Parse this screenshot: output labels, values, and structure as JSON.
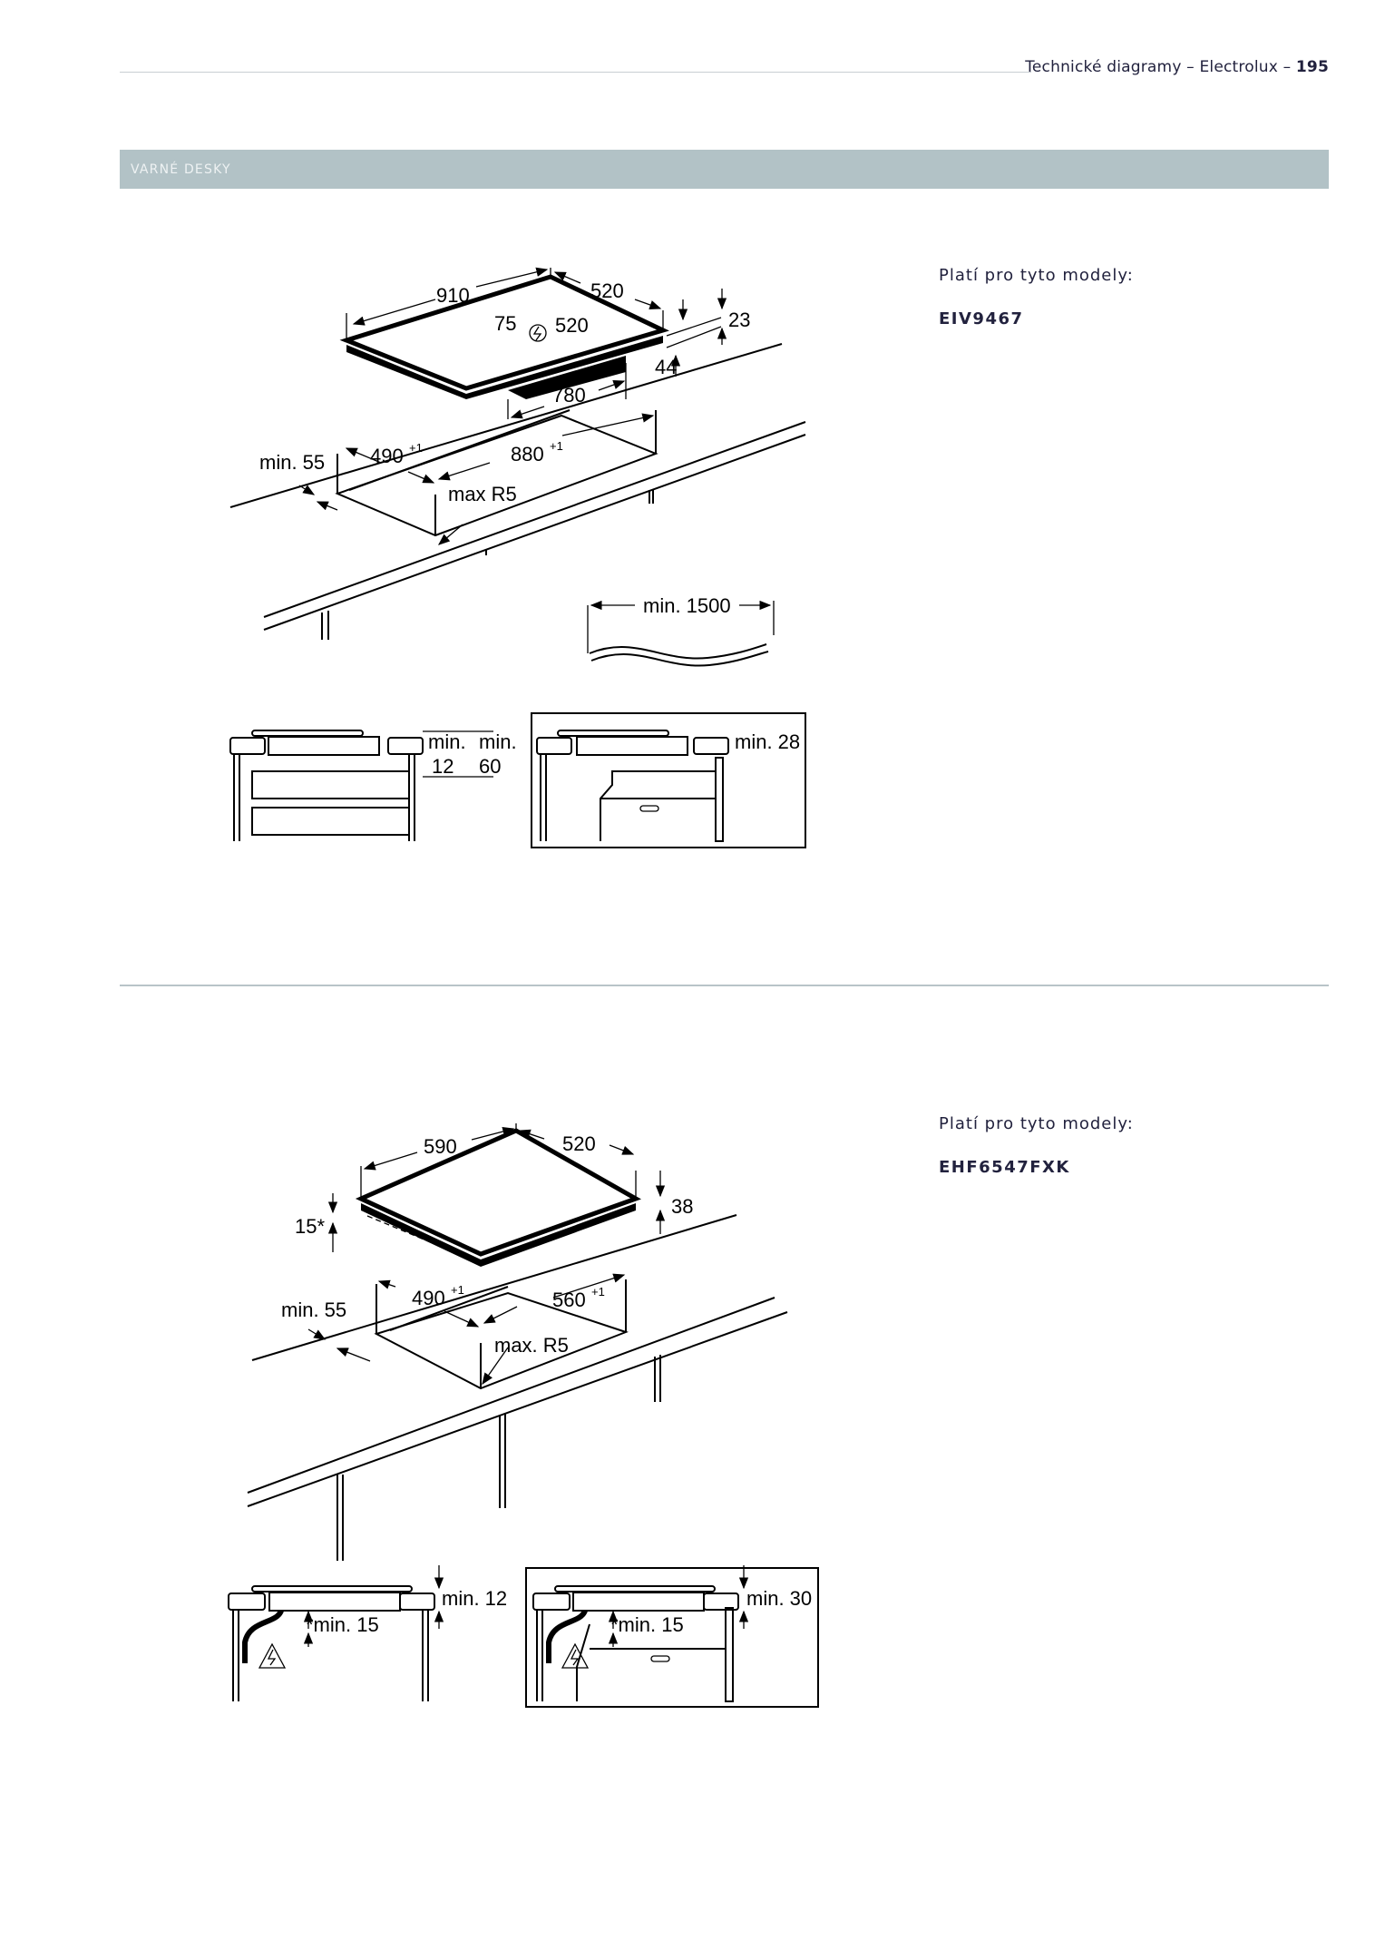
{
  "header": {
    "title": "Technické diagramy – Electrolux – ",
    "page_number": "195"
  },
  "section": {
    "label": "VARNÉ DESKY"
  },
  "products": [
    {
      "applies_label": "Platí pro tyto modely:",
      "model": "EIV9467",
      "dimensions": {
        "width": "910",
        "depth": "520",
        "conn_offset": "75",
        "conn_depth": "520",
        "glass": "23",
        "height": "44",
        "bottom": "780",
        "min_front": "min. 55",
        "cut_depth": "490",
        "cut_width": "880",
        "tol": "+1",
        "radius": "max R5",
        "cable": "min. 1500",
        "min_a": "min.",
        "val_a": "12",
        "min_b": "min.",
        "val_b": "60",
        "oven_gap": "min. 28"
      }
    },
    {
      "applies_label": "Platí pro tyto modely:",
      "model": "EHF6547FXK",
      "dimensions": {
        "width": "590",
        "depth": "520",
        "height": "38",
        "edge": "15*",
        "min_front": "min. 55",
        "cut_depth": "490",
        "cut_width": "560",
        "tol": "+1",
        "radius": "max. R5",
        "gap_top": "min. 12",
        "gap_cable": "*min. 15",
        "oven_gap": "min. 30",
        "oven_cable": "*min. 15"
      }
    }
  ]
}
